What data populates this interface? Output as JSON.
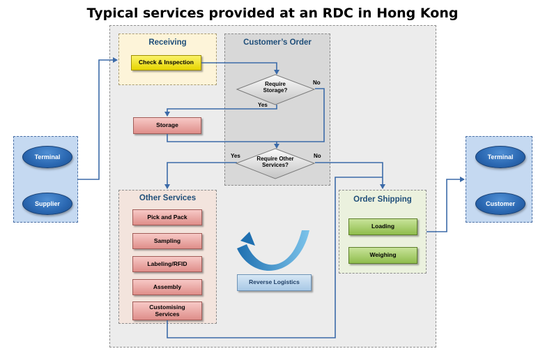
{
  "title": "Typical services provided at an RDC in Hong Kong",
  "left_panel": {
    "terminal": "Terminal",
    "supplier": "Supplier"
  },
  "right_panel": {
    "terminal": "Terminal",
    "customer": "Customer"
  },
  "receiving": {
    "title": "Receiving",
    "check": "Check & Inspection"
  },
  "customers_order": {
    "title": "Customer’s Order",
    "decision1": [
      "Require",
      "Storage?"
    ],
    "decision2": [
      "Require Other",
      "Services?"
    ],
    "yes1": "Yes",
    "no1": "No",
    "yes2": "Yes",
    "no2": "No"
  },
  "storage": "Storage",
  "other_services": {
    "title": "Other Services",
    "items": [
      "Pick and Pack",
      "Sampling",
      "Labeling/RFID",
      "Assembly",
      "Customising Services"
    ]
  },
  "order_shipping": {
    "title": "Order Shipping",
    "loading": "Loading",
    "weighing": "Weighing"
  },
  "reverse_logistics": "Reverse Logistics",
  "colors": {
    "connector": "#3b6aa8",
    "heading": "#1f4e79",
    "arrow": "#4aa3d6"
  }
}
